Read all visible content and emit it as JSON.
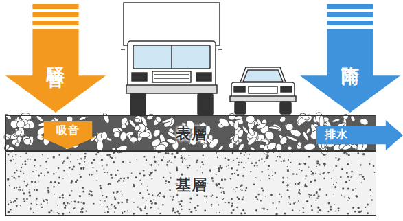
{
  "diagram": {
    "nodes": [
      {
        "text": [
          "騒音"
        ]
      },
      {
        "text": [
          "降雨"
        ]
      },
      {
        "text": [
          "表層"
        ]
      },
      {
        "text": [
          "吸音"
        ],
        "in": 2
      },
      {
        "text": [
          "排水"
        ],
        "in": 2
      },
      {
        "text": [
          "基層"
        ]
      }
    ]
  }
}
